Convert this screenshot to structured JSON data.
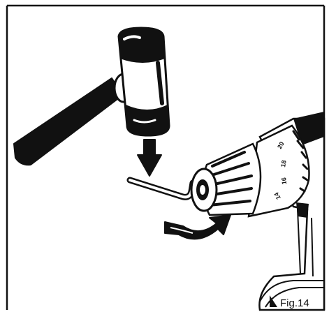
{
  "figure": {
    "caption": "Fig.14",
    "clutch_scale": [
      "20",
      "18",
      "16",
      "14"
    ]
  },
  "colors": {
    "ink": "#111111",
    "paper": "#ffffff"
  },
  "icons": {
    "mallet": "mallet-icon",
    "hex_key": "hex-key-icon",
    "down_arrow": "down-arrow-icon",
    "rotation_arrow": "rotation-arrow-icon",
    "drill": "drill-icon"
  }
}
